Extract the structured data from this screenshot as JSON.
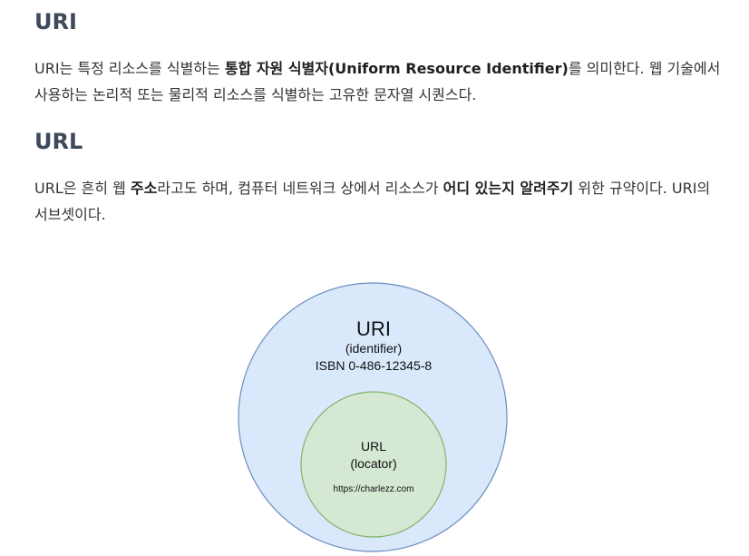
{
  "sections": {
    "uri": {
      "heading": "URI",
      "p1": "URI는 특정 리소스를 식별하는 ",
      "bold1": "통합 자원 식별자(Uniform Resource Identifier)",
      "p2": "를 의미한다. 웹 기술에서 사용하는 논리적 또는 물리적 리소스를 식별하는 고유한 문자열 시퀀스다."
    },
    "url": {
      "heading": "URL",
      "p1": "URL은 흔히 웹 ",
      "bold1": "주소",
      "p2": "라고도 하며, 컴퓨터 네트워크 상에서 리소스가 ",
      "bold2": "어디 있는지 알려주기",
      "p3": " 위한 규약이다. URI의 서브셋이다."
    }
  },
  "diagram": {
    "outer": {
      "title": "URI",
      "subtitle": "(identifier)",
      "example": "ISBN 0-486-12345-8",
      "fill": "#dae8fc",
      "stroke": "#6c8ebf"
    },
    "inner": {
      "title": "URL",
      "subtitle": "(locator)",
      "example": "https://charlezz.com",
      "fill": "#d5e8d4",
      "stroke": "#82b366"
    }
  },
  "colors": {
    "heading": "#3d4a5c",
    "text": "#333333"
  }
}
